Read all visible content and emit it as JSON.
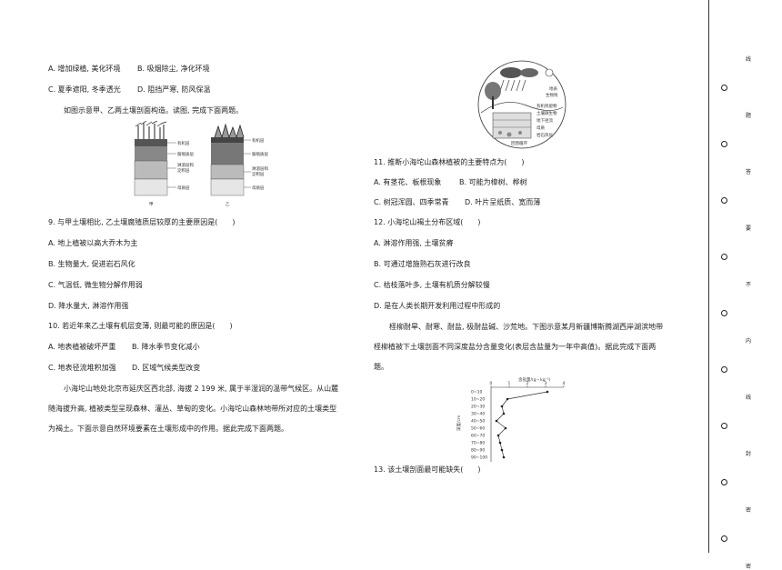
{
  "left": {
    "q8_options": {
      "a": "A. 增加绿植, 美化环境",
      "b": "B. 吸烟除尘, 净化环境",
      "c": "C. 夏季遮阳, 冬季透光",
      "d": "D. 阻挡严寒, 防风保温"
    },
    "intro_profiles": "如图示意甲、乙两土壤剖面构造。读图, 完成下面两题。",
    "fig1": {
      "label_jia": "甲",
      "label_yi": "乙",
      "layers_jia": [
        "有机层",
        "腐殖质层",
        "淋溶层和",
        "淀积层",
        "母质层"
      ],
      "layers_yi": [
        "有机层",
        "腐殖质层",
        "淋溶层和",
        "淀积层",
        "母质层"
      ]
    },
    "q9": {
      "stem": "9. 与甲土壤相比, 乙土壤腐殖质层较厚的主要原因是(　　)",
      "a": "A. 地上植被以高大乔木为主",
      "b": "B. 生物量大, 促进岩石风化",
      "c": "C. 气温低, 微生物分解作用弱",
      "d": "D. 降水量大, 淋溶作用强"
    },
    "q10": {
      "stem": "10. 若近年来乙土壤有机层变薄, 则最可能的原因是(　　)",
      "a": "A. 地表植被破坏严重",
      "b": "B. 降水季节变化减小",
      "c": "C. 地表径流堆积加强",
      "d": "D. 区域气候类型改变"
    },
    "passage_lines": [
      "小海坨山地处北京市延庆区西北部, 海拔 2 199 米, 属于半湿润的温带气候区。从山麓",
      "随海拔升高, 植被类型呈现森林、灌丛、草甸的变化。小海坨山森林地带所对应的土壤类型",
      "为褐土。下面示意自然环境要素在土壤形成中的作用。据此完成下面两题。"
    ]
  },
  "right": {
    "fig2_labels": [
      "地表",
      "生物残",
      "有机残留物",
      "土壤微生物",
      "地下径流",
      "母质",
      "岩石风化"
    ],
    "fig2_bottom": "回馈循环",
    "q11": {
      "stem": "11. 推断小海坨山森林植被的主要特点为(　　)",
      "a": "A. 有茎花、板根现象",
      "b": "B. 可能为樟树、桦树",
      "c": "C. 树冠浑圆、四季常青",
      "d": "D. 叶片呈纸质、宽而薄"
    },
    "q12": {
      "stem": "12. 小海坨山褐土分布区域(　　)",
      "a": "A. 淋溶作用强, 土壤贫瘠",
      "b": "B. 可通过增施熟石灰进行改良",
      "c": "C. 枯枝落叶多, 土壤有机质分解较慢",
      "d": "D. 是在人类长期开发利用过程中形成的"
    },
    "passage2_lines": [
      "柽柳耐旱、耐寒、耐盐, 极耐盐碱、沙荒地。下图示意某月新疆博斯腾湖西岸湖滨地带",
      "柽柳植被下土壤剖面不同深度盐分含量变化(表层含盐量为一年中高值)。据此完成下面两",
      "题。"
    ],
    "q13": "13. 该土壤剖面最可能缺失(　　)"
  },
  "chart_data": {
    "type": "line",
    "title": "含盐量/(g・kg⁻¹)",
    "ylabel": "深度/cm",
    "x_ticks": [
      "0",
      "1",
      "2",
      "3",
      "4"
    ],
    "categories": [
      "0~10",
      "10~20",
      "20~30",
      "30~40",
      "40~50",
      "50~60",
      "60~70",
      "70~80",
      "80~90",
      "90~100"
    ],
    "values": [
      3.1,
      0.9,
      0.6,
      0.7,
      0.3,
      0.8,
      0.4,
      0.5,
      0.6,
      0.7
    ],
    "xlim": [
      0,
      4
    ]
  },
  "side": {
    "chars": [
      "线",
      "题",
      "答",
      "要",
      "不",
      "内",
      "线",
      "封",
      "密",
      "密"
    ]
  }
}
